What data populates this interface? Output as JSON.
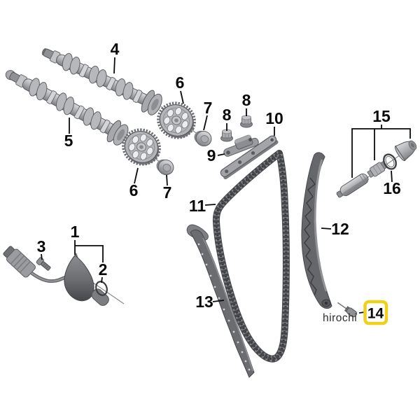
{
  "diagram": {
    "watermark": "hirochi",
    "highlight_color": "#EFD11D",
    "highlighted_part": "14",
    "callouts": {
      "p1": "1",
      "p2": "2",
      "p3": "3",
      "p4": "4",
      "p5": "5",
      "p6a": "6",
      "p6b": "6",
      "p7a": "7",
      "p7b": "7",
      "p8a": "8",
      "p8b": "8",
      "p9": "9",
      "p10": "10",
      "p11": "11",
      "p12": "12",
      "p13": "13",
      "p14": "14",
      "p15": "15",
      "p16": "16"
    }
  }
}
